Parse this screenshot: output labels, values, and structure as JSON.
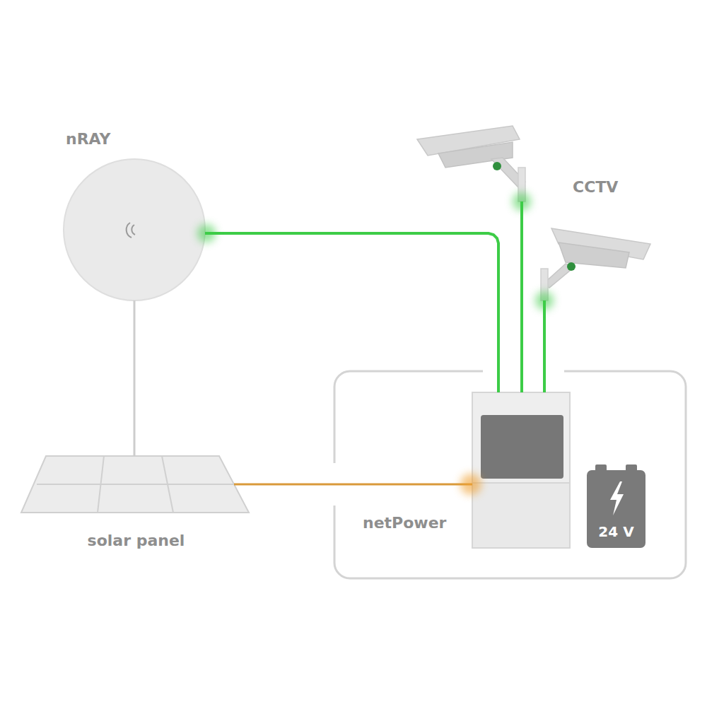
{
  "diagram": {
    "nodes": [
      {
        "text": [
          "nRAY"
        ]
      },
      {
        "text": [
          "CCTV"
        ]
      },
      {
        "text": [
          "solar panel"
        ]
      },
      {
        "text": [
          "netPower"
        ]
      },
      {
        "text": [
          "24 V"
        ]
      }
    ],
    "edges": [
      {
        "from": 0,
        "to": 3,
        "arrow": "none"
      },
      {
        "from": 1,
        "to": 3,
        "arrow": "none"
      },
      {
        "from": 1,
        "to": 3,
        "arrow": "none"
      },
      {
        "from": 2,
        "to": 3,
        "arrow": "none"
      },
      {
        "from": 0,
        "to": 2,
        "arrow": "none"
      }
    ]
  }
}
